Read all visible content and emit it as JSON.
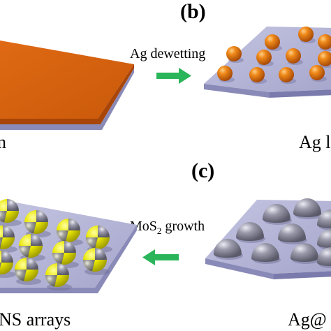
{
  "panels": {
    "b": {
      "label": "(b)"
    },
    "c": {
      "label": "(c)"
    }
  },
  "steps": {
    "dewetting": {
      "label": "Ag dewetting"
    },
    "growth": {
      "prefix": "MoS",
      "subscript": "2",
      "suffix": " growth"
    }
  },
  "captions": {
    "top_left": "n",
    "top_right": "Ag l",
    "bottom_left": "NS arrays",
    "bottom_right": "Ag@"
  },
  "colors": {
    "substrate_top": "#b3b3d6",
    "substrate_side": "#8a8ab8",
    "film": "#d8620e",
    "film_edge": "#a84508",
    "ag_particle": "#e8730c",
    "ag_sphere": "#8f8f9e",
    "mos2_shell": "#e8e600",
    "arrow": "#2bb55a"
  },
  "icons": {
    "dewetting_arrow": "arrow-right-icon",
    "growth_arrow": "arrow-left-icon"
  }
}
